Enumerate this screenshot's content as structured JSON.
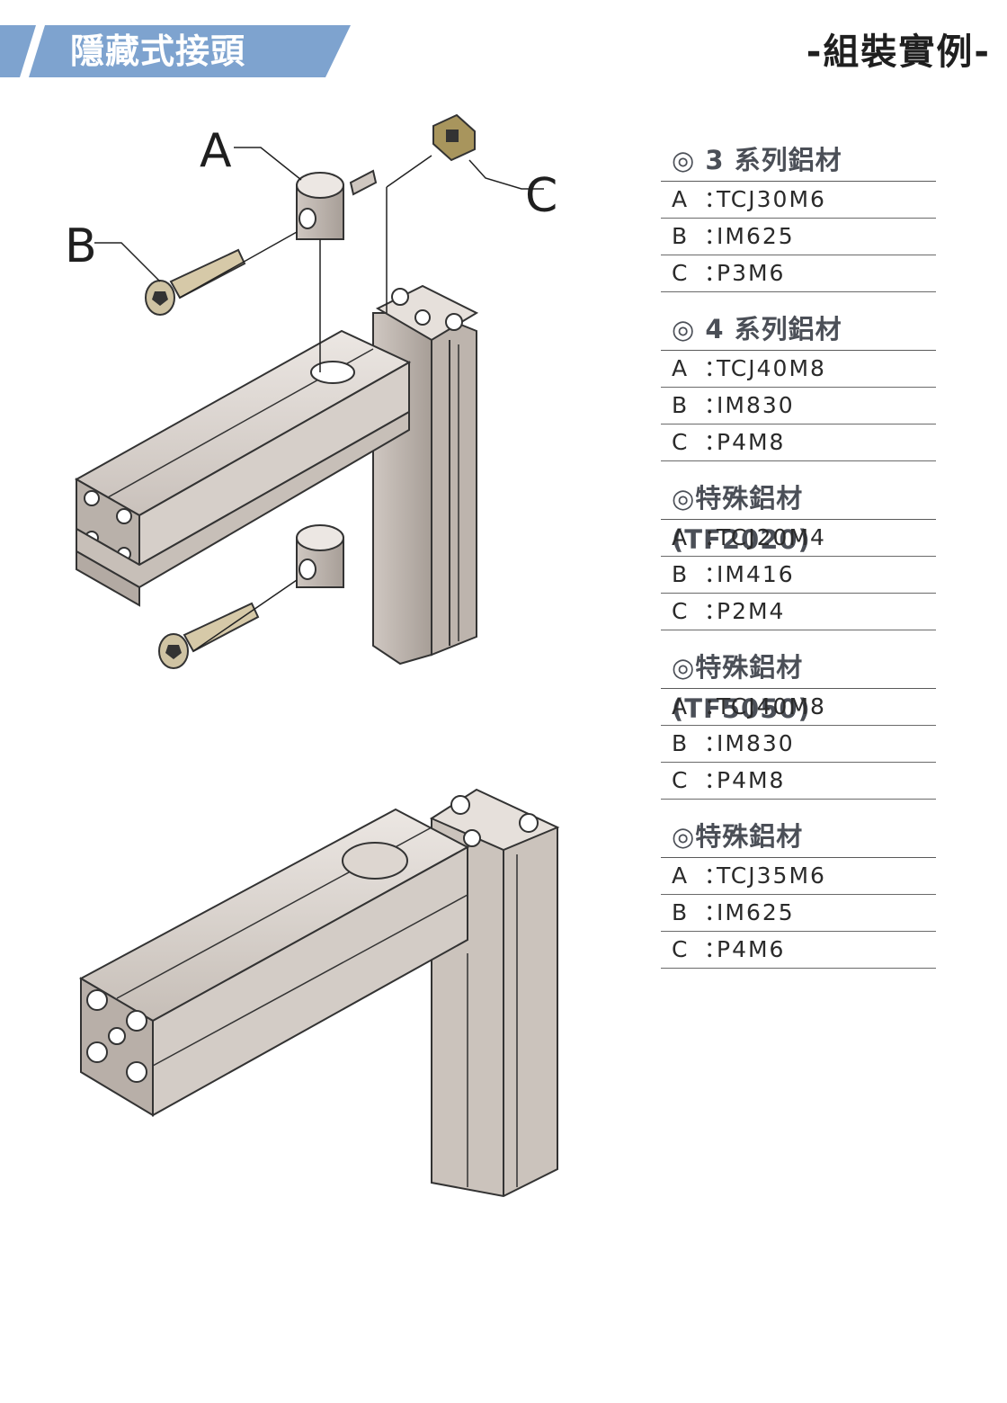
{
  "header": {
    "title": "隱藏式接頭",
    "subtitle": "-組裝實例-",
    "bar_color": "#7ea3cf"
  },
  "callouts": {
    "a": "A",
    "b": "B",
    "c": "C"
  },
  "specs": [
    {
      "heading": "◎ 3 系列鋁材",
      "rows": [
        {
          "key": "A",
          "sep": "：",
          "value": "TCJ30M6"
        },
        {
          "key": "B",
          "sep": "：",
          "value": "IM625"
        },
        {
          "key": "C",
          "sep": "：",
          "value": "P3M6"
        }
      ]
    },
    {
      "heading": "◎ 4 系列鋁材",
      "rows": [
        {
          "key": "A",
          "sep": "：",
          "value": "TCJ40M8"
        },
        {
          "key": "B",
          "sep": "：",
          "value": "IM830"
        },
        {
          "key": "C",
          "sep": "：",
          "value": "P4M8"
        }
      ]
    },
    {
      "heading": "◎特殊鋁材 (TF2020)",
      "rows": [
        {
          "key": "A",
          "sep": "：",
          "value": "TCJ20M4"
        },
        {
          "key": "B",
          "sep": "：",
          "value": "IM416"
        },
        {
          "key": "C",
          "sep": "：",
          "value": "P2M4"
        }
      ]
    },
    {
      "heading": "◎特殊鋁材 (TF5050)",
      "rows": [
        {
          "key": "A",
          "sep": "：",
          "value": "TCJ40M8"
        },
        {
          "key": "B",
          "sep": "：",
          "value": "IM830"
        },
        {
          "key": "C",
          "sep": "：",
          "value": "P4M8"
        }
      ]
    },
    {
      "heading": "◎特殊鋁材",
      "rows": [
        {
          "key": "A",
          "sep": "：",
          "value": "TCJ35M6"
        },
        {
          "key": "B",
          "sep": "：",
          "value": "IM625"
        },
        {
          "key": "C",
          "sep": "：",
          "value": "P4M6"
        }
      ]
    }
  ]
}
